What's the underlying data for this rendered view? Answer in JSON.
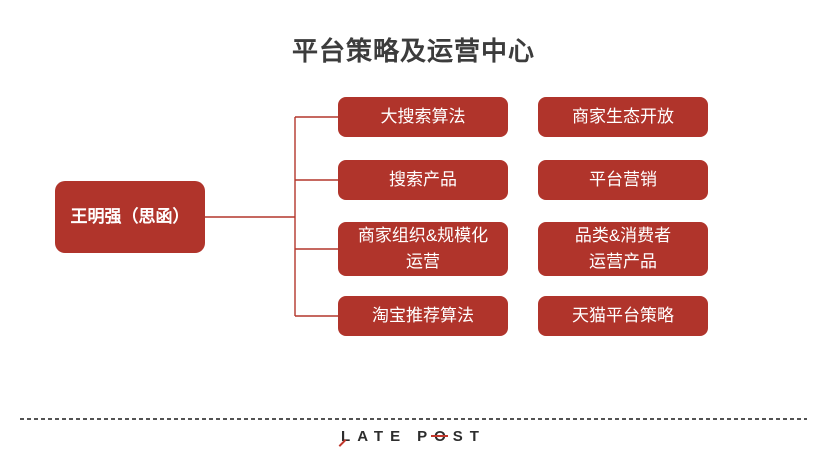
{
  "title": "平台策略及运营中心",
  "root_node": {
    "label": "王明强（思函）"
  },
  "columns": [
    {
      "items": [
        {
          "label": "大搜索算法"
        },
        {
          "label": "搜索产品"
        },
        {
          "label": "商家组织&规模化\n运营"
        },
        {
          "label": "淘宝推荐算法"
        }
      ]
    },
    {
      "items": [
        {
          "label": "商家生态开放"
        },
        {
          "label": "平台营销"
        },
        {
          "label": "品类&消费者\n运营产品"
        },
        {
          "label": "天猫平台策略"
        }
      ]
    }
  ],
  "footer": {
    "brand_l": "L",
    "brand_ate": "ATE",
    "brand_p": "P",
    "brand_o": "O",
    "brand_st": "ST"
  },
  "colors": {
    "box_red": "#b0342b",
    "line_red": "#b4362c",
    "title_gray": "#3c3c3c",
    "logo_dark": "#2d2d2d",
    "logo_accent": "#c0362b",
    "dash_gray": "#535353"
  }
}
